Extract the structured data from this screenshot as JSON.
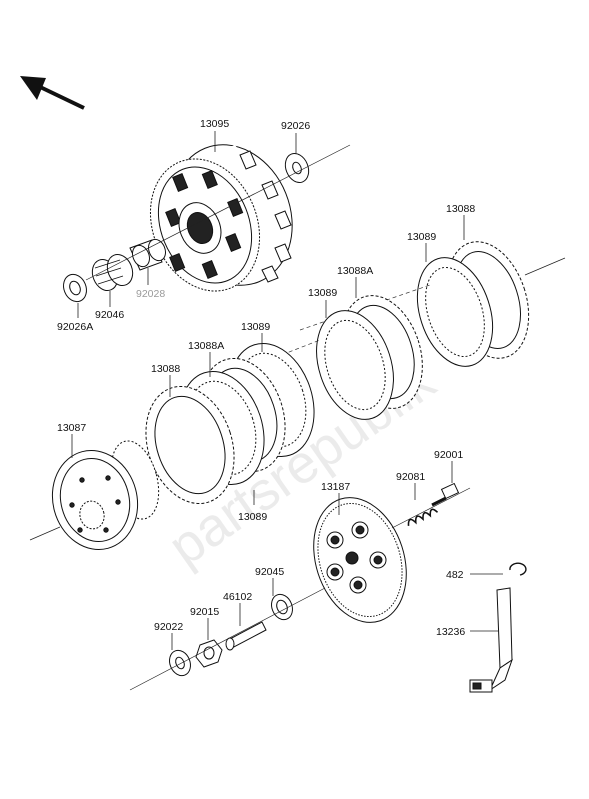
{
  "watermark": "partsrepublik",
  "parts": {
    "p13095": "13095",
    "p92026": "92026",
    "p92026a": "92026A",
    "p92046": "92046",
    "p92028": "92028",
    "p13088_top": "13088",
    "p13089_top": "13089",
    "p13088a_mid": "13088A",
    "p13089_mid": "13089",
    "p13089_left": "13089",
    "p13088a_left": "13088A",
    "p13088_left": "13088",
    "p13087": "13087",
    "p13089_bottom": "13089",
    "p92001": "92001",
    "p92081": "92081",
    "p13187": "13187",
    "p92045": "92045",
    "p46102": "46102",
    "p92015": "92015",
    "p92022": "92022",
    "p482": "482",
    "p13236": "13236"
  }
}
